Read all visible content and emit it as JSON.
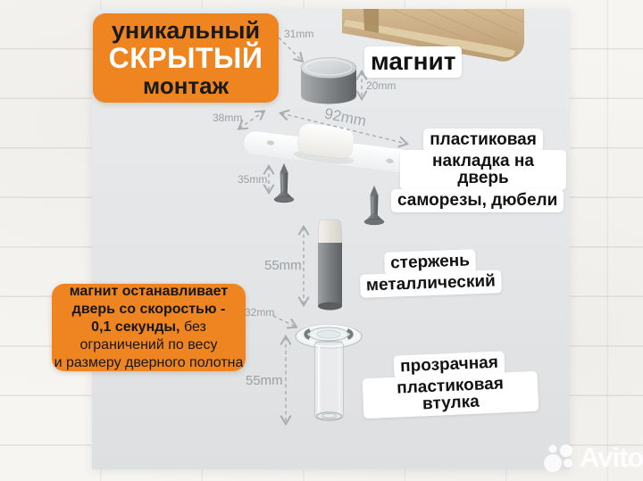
{
  "watermark": {
    "brand": "Avito"
  },
  "badge_unique": {
    "line1": "уникальный",
    "line2": "СКРЫТЫЙ",
    "line3": "монтаж"
  },
  "badge_speed": {
    "line1": "магнит останавливает",
    "line2": "дверь со скоростью -",
    "line3_bold": "0,1 секунды,",
    "line3_rest": "без",
    "line4": "ограничений по весу",
    "line5": "и размеру дверного полотна"
  },
  "part_labels": {
    "magnet": "магнит",
    "plate_line1": "пластиковая",
    "plate_line2": "накладка на дверь",
    "screws": "саморезы, дюбели",
    "rod_line1": "стержень",
    "rod_line2": "металлический",
    "bushing_line1": "прозрачная",
    "bushing_line2": "пластиковая втулка"
  },
  "dimensions": {
    "magnet_diameter": "31mm",
    "magnet_height": "20mm",
    "plate_width": "38mm",
    "plate_length": "92mm",
    "screw_length": "35mm",
    "rod_length": "55mm",
    "bushing_diameter": "32mm",
    "bushing_length": "55mm"
  },
  "colors": {
    "accent_orange": "#ef8520",
    "card_gray": "#e4e6e8",
    "dimension_gray": "#9ba0a4",
    "wood_tan": "#c9ac81",
    "metal_gray": "#7a7d80"
  }
}
